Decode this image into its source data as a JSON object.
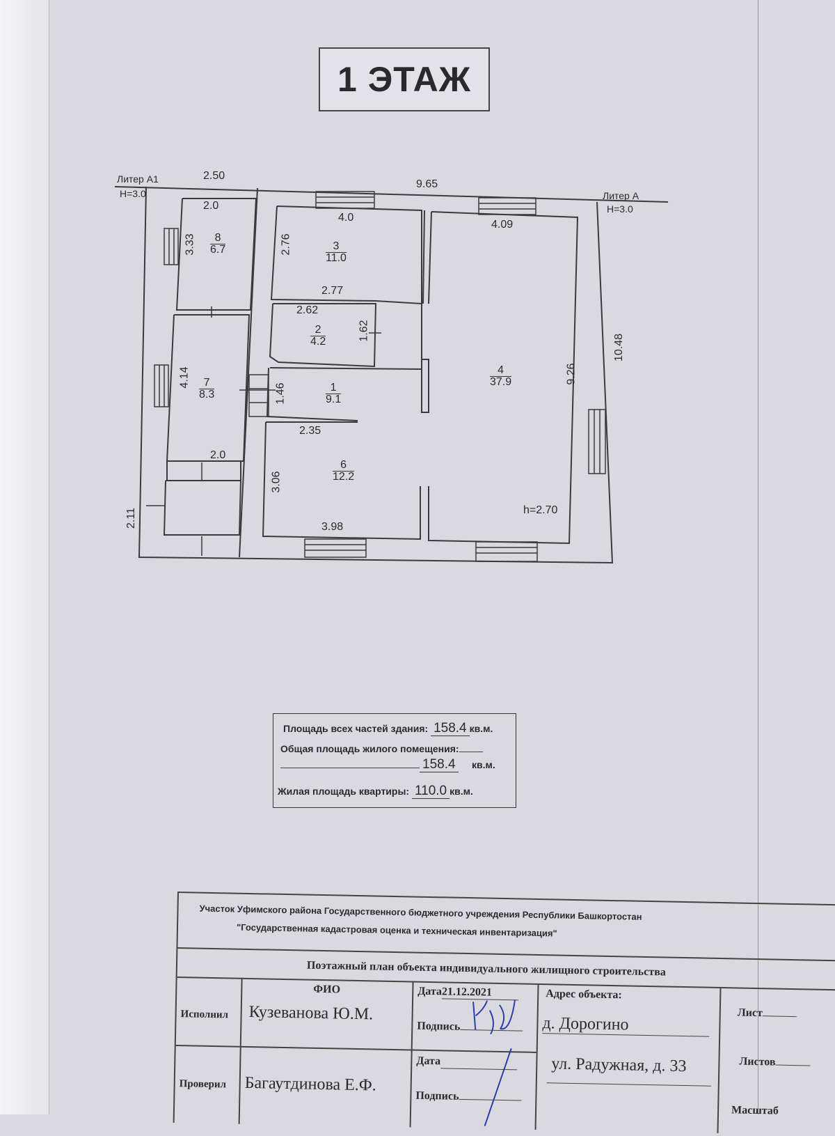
{
  "title": "1 ЭТАЖ",
  "plan": {
    "liter_a1": {
      "name": "Литер А1",
      "height": "H=3.0"
    },
    "liter_a": {
      "name": "Литер А",
      "height": "H=3.0"
    },
    "dimensions": {
      "top_a1": "2.50",
      "top_main": "9.65",
      "right_total": "10.48",
      "room8_w": "2.0",
      "room8_h": "3.33",
      "room3_w": "4.0",
      "room3_h": "2.76",
      "room3_bottom": "2.77",
      "room2_w": "2.62",
      "room2_h": "1.62",
      "room1_h": "1.46",
      "room1_bottom": "2.35",
      "room7_h": "4.14",
      "room7_bottom": "2.0",
      "room6_h": "3.06",
      "room6_w": "3.98",
      "room4_w": "4.09",
      "room4_h": "9.26",
      "porch_h": "2.11"
    },
    "rooms": [
      {
        "number": "1",
        "area": "9.1"
      },
      {
        "number": "2",
        "area": "4.2"
      },
      {
        "number": "3",
        "area": "11.0"
      },
      {
        "number": "4",
        "area": "37.9"
      },
      {
        "number": "6",
        "area": "12.2"
      },
      {
        "number": "7",
        "area": "8.3"
      },
      {
        "number": "8",
        "area": "6.7"
      }
    ],
    "ceiling_height": "h=2.70"
  },
  "areas": {
    "total_label": "Площадь всех частей здания:",
    "total_value": "158.4",
    "general_label": "Общая площадь жилого помещения:",
    "general_value": "158.4",
    "living_label": "Жилая площадь квартиры:",
    "living_value": "110.0",
    "unit": "кв.м."
  },
  "stamp": {
    "org_line1": "Участок Уфимского района Государственного  бюджетного учреждения Республики Башкортостан",
    "org_line2": "\"Государственная кадастровая оценка и  техническая инвентаризация\"",
    "plan_title": "Поэтажный план объекта индивидуального жилищного строительства",
    "fio_header": "ФИО",
    "executed_label": "Исполнил",
    "executed_name": "Кузеванова Ю.М.",
    "checked_label": "Проверил",
    "checked_name": "Багаутдинова Е.Ф.",
    "date_label": "Дата",
    "date_value": "21.12.2021",
    "signature_label": "Подпись",
    "address_label": "Адрес объекта:",
    "address_line1": "д. Дорогино",
    "address_line2": "ул. Радужная, д. 33",
    "sheet_label": "Лист",
    "sheets_label": "Листов",
    "scale_label": "Масштаб"
  }
}
